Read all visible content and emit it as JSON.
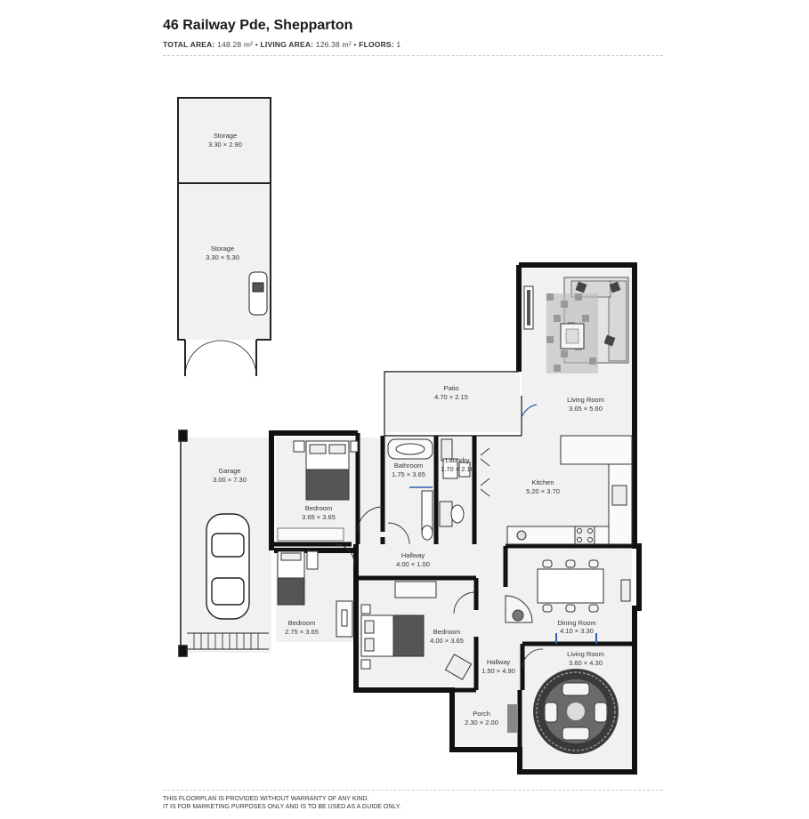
{
  "header": {
    "title": "46 Railway Pde, Shepparton",
    "total_label": "TOTAL AREA:",
    "total_value": "148.28 m²",
    "living_label": "LIVING AREA:",
    "living_value": "126.38 m²",
    "floors_label": "FLOORS:",
    "floors_value": "1",
    "separator": "•"
  },
  "rooms": [
    {
      "id": "storage-1",
      "name": "Storage",
      "dims": "3.30 × 2.90"
    },
    {
      "id": "storage-2",
      "name": "Storage",
      "dims": "3.30 × 5.30"
    },
    {
      "id": "patio",
      "name": "Patio",
      "dims": "4.70 × 2.15"
    },
    {
      "id": "living-room-1",
      "name": "Living Room",
      "dims": "3.65 × 5.60"
    },
    {
      "id": "garage",
      "name": "Garage",
      "dims": "3.00 × 7.30"
    },
    {
      "id": "bedroom-1",
      "name": "Bedroom",
      "dims": "3.65 × 3.65"
    },
    {
      "id": "bathroom",
      "name": "Bathroom",
      "dims": "1.75 × 3.65"
    },
    {
      "id": "laundry",
      "name": "Laundry",
      "dims": "1.70 × 2.10"
    },
    {
      "id": "kitchen",
      "name": "Kitchen",
      "dims": "5.20 × 3.70"
    },
    {
      "id": "hallway-1",
      "name": "Hallway",
      "dims": "4.00 × 1.00"
    },
    {
      "id": "bedroom-2",
      "name": "Bedroom",
      "dims": "2.75 × 3.65"
    },
    {
      "id": "bedroom-3",
      "name": "Bedroom",
      "dims": "4.00 × 3.65"
    },
    {
      "id": "dining-room",
      "name": "Dining Room",
      "dims": "4.10 × 3.30"
    },
    {
      "id": "living-room-2",
      "name": "Living Room",
      "dims": "3.60 × 4.30"
    },
    {
      "id": "hallway-2",
      "name": "Hallway",
      "dims": "1.50 × 4.90"
    },
    {
      "id": "porch",
      "name": "Porch",
      "dims": "2.30 × 2.00"
    }
  ],
  "footer": {
    "line1": "THIS FLOORPLAN IS PROVIDED WITHOUT WARRANTY OF ANY KIND.",
    "line2": "IT IS FOR MARKETING PURPOSES ONLY AND IS TO BE USED AS A GUIDE ONLY."
  },
  "colors": {
    "wall": "#111111",
    "floor": "#f1f1f1",
    "thin_wall": "#333333",
    "door_accent": "#2f5fb0"
  }
}
